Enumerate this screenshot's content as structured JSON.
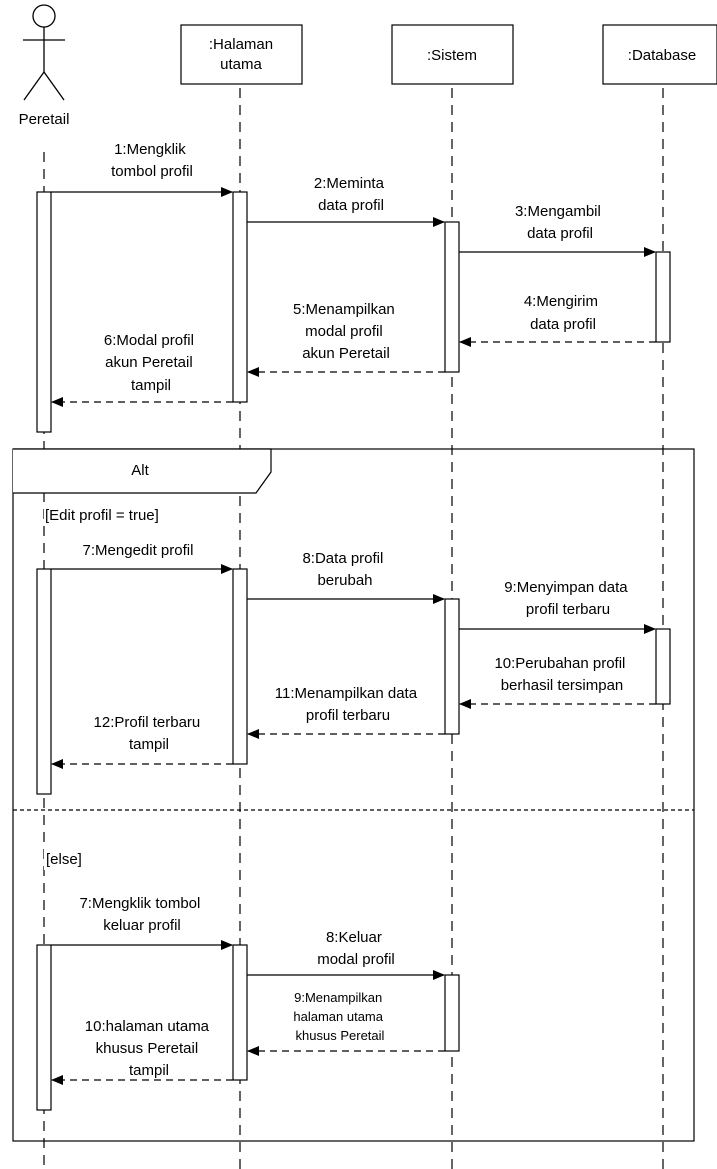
{
  "participants": {
    "actor": "Peretail",
    "halaman_line1": ":Halaman",
    "halaman_line2": "utama",
    "sistem": ":Sistem",
    "database": ":Database"
  },
  "fragment": {
    "label": "Alt",
    "guard1": "[Edit profil = true]",
    "guard2": "[else]"
  },
  "messages": {
    "m1": [
      "1:Mengklik",
      "tombol profil"
    ],
    "m2": [
      "2:Meminta",
      "data profil"
    ],
    "m3": [
      "3:Mengambil",
      "data profil"
    ],
    "m4": [
      "4:Mengirim",
      "data profil"
    ],
    "m5": [
      "5:Menampilkan",
      "modal profil",
      "akun Peretail"
    ],
    "m6": [
      "6:Modal profil",
      "akun Peretail",
      "tampil"
    ],
    "a7": [
      "7:Mengedit profil"
    ],
    "a8": [
      "8:Data profil",
      "berubah"
    ],
    "a9": [
      "9:Menyimpan data",
      "profil terbaru"
    ],
    "a10": [
      "10:Perubahan profil",
      "berhasil tersimpan"
    ],
    "a11": [
      "11:Menampilkan data",
      "profil terbaru"
    ],
    "a12": [
      "12:Profil terbaru",
      "tampil"
    ],
    "e7": [
      "7:Mengklik tombol",
      "keluar profil"
    ],
    "e8": [
      "8:Keluar",
      "modal profil"
    ],
    "e9": [
      "9:Menampilkan",
      "halaman utama",
      "khusus Peretail"
    ],
    "e10": [
      "10:halaman utama",
      "khusus Peretail",
      "tampil"
    ]
  }
}
